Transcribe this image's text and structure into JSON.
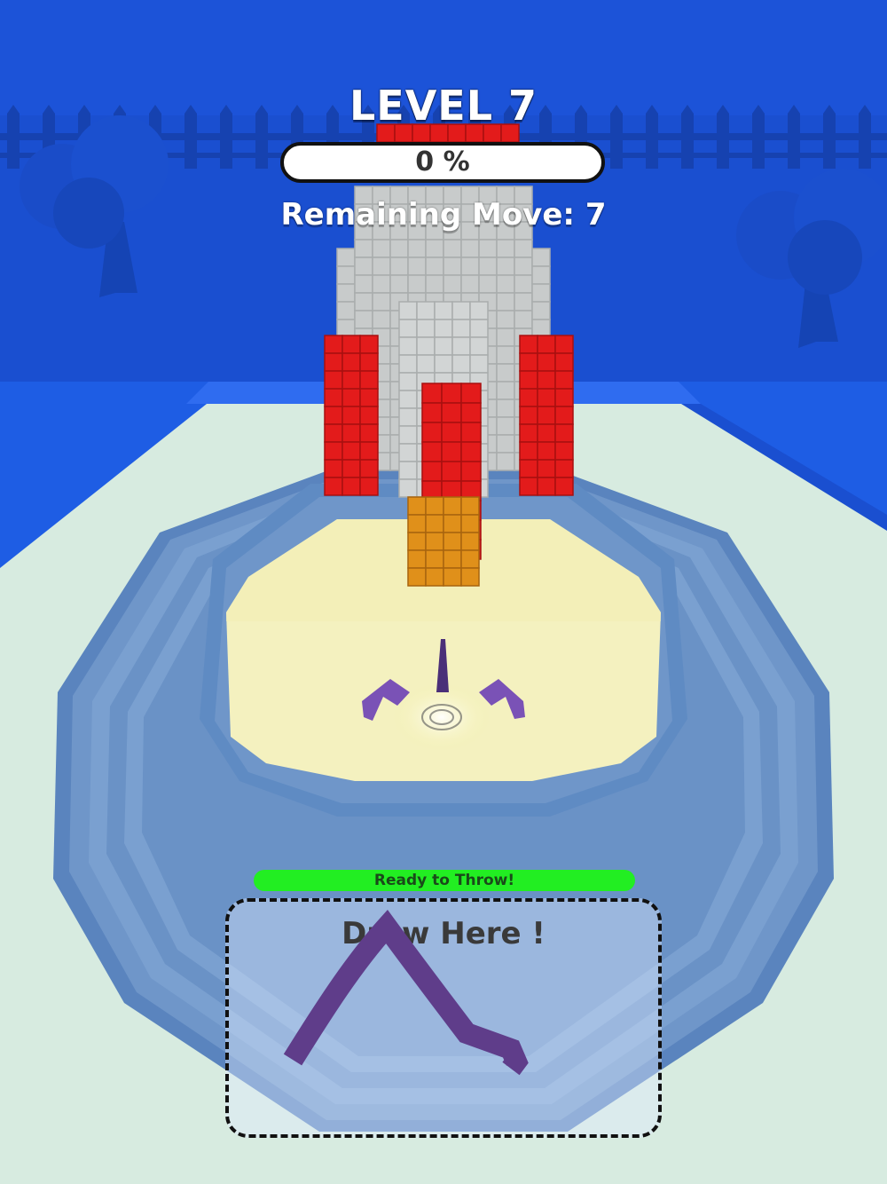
{
  "hud": {
    "level_title": "LEVEL 7",
    "progress_label": "0 %",
    "progress_percent": 0,
    "remaining_moves": "Remaining Move: 7"
  },
  "throw_status": "Ready to Throw!",
  "draw_area": {
    "label": "Draw Here !"
  },
  "colors": {
    "sky_wall": "#1a4fd0",
    "floor": "#d7ebe0",
    "arena_stone": "#6f96c9",
    "arena_sand": "#f4f1bf",
    "rocket_red": "#e31b1b",
    "rocket_gray": "#c8cbcb",
    "rocket_flame": "#e0901a",
    "boomerang_purple": "#5f3d8a",
    "status_green": "#22ee22"
  },
  "icons": {
    "boomerang": "boomerang-icon",
    "target": "rocket-block-target"
  }
}
